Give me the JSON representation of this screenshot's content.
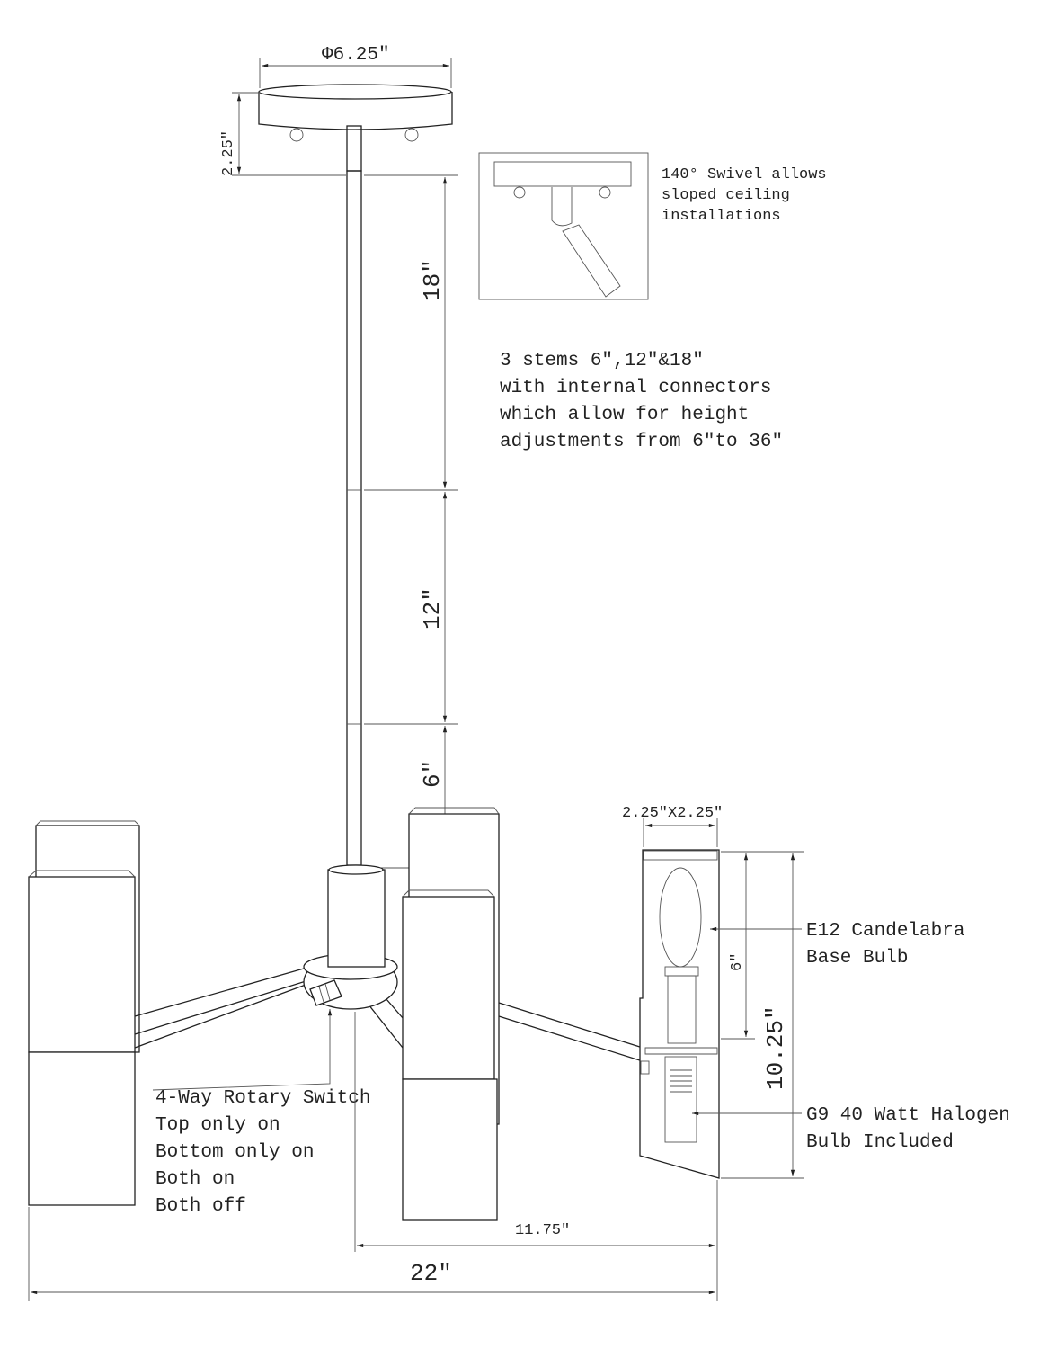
{
  "dimensions": {
    "canopy_diameter": "Φ6.25\"",
    "canopy_height": "2.25\"",
    "stem_18": "18\"",
    "stem_12": "12\"",
    "stem_6": "6\"",
    "shade_size": "2.25\"X2.25\"",
    "bulb_height": "6\"",
    "shade_height": "10.25\"",
    "arm_reach": "11.75\"",
    "overall_width": "22\""
  },
  "notes": {
    "swivel": [
      "140° Swivel allows",
      "sloped ceiling",
      "installations"
    ],
    "stems": [
      "3 stems 6″,12″&18″",
      "with internal connectors",
      "which allow for height",
      "adjustments from 6″to 36″"
    ],
    "candelabra": [
      "E12 Candelabra",
      "Base Bulb"
    ],
    "halogen": [
      "G9 40 Watt Halogen",
      "Bulb Included"
    ],
    "switch": [
      "4-Way Rotary Switch",
      "Top only on",
      "Bottom only on",
      "Both on",
      "Both off"
    ]
  }
}
